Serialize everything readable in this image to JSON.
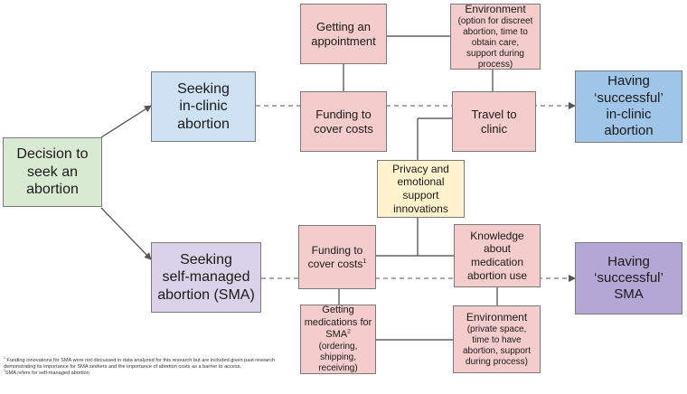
{
  "nodes": {
    "decision": {
      "text": "Decision to\nseek an\nabortion"
    },
    "seek_clinic": {
      "text": "Seeking\nin-clinic\nabortion"
    },
    "seek_sma": {
      "text": "Seeking\nself-managed\nabortion (SMA)"
    },
    "getting_appointment": {
      "text": "Getting an\nappointment"
    },
    "environment_clinic": {
      "title": "Environment",
      "detail": "(option for discreet\nabortion, time to\nobtain care,\nsupport during\nprocess)"
    },
    "funding_clinic": {
      "text": "Funding to\ncover costs"
    },
    "travel_clinic": {
      "text": "Travel to\nclinic"
    },
    "privacy": {
      "text": "Privacy and\nemotional\nsupport\ninnovations"
    },
    "funding_sma": {
      "text": "Funding to\ncover costs",
      "sup": "1"
    },
    "knowledge_sma": {
      "text": "Knowledge\nabout\nmedication\nabortion use"
    },
    "medications_sma": {
      "title_line1": "Getting",
      "title_line2": "medications for",
      "title_line3": "SMA",
      "sup": "2",
      "detail": "(ordering, shipping,\nreceiving)"
    },
    "environment_sma": {
      "title": "Environment",
      "detail": "(private space,\ntime to have\nabortion, support\nduring process)"
    },
    "success_clinic": {
      "text": "Having\n‘successful’\nin-clinic\nabortion"
    },
    "success_sma": {
      "text": "Having\n‘successful’\nSMA"
    }
  },
  "footnotes": {
    "note1_marker": "1",
    "note1": " Funding innovations for SMA were not discussed in data analyzed for this research but are included given past research demonstrating its importance for SMA seekers and the importance of abortion costs as a barrier to access.",
    "note2_marker": "2",
    "note2": "SMA refers for self-managed abortion"
  },
  "colors": {
    "decision": "#d9ead3",
    "seeking_clinic": "#cfe2f3",
    "seeking_sma": "#d9d2e9",
    "factor": "#f4cccc",
    "innovation": "#fff2cc",
    "success_clinic": "#9fc5e8",
    "success_sma": "#b4a7d6"
  }
}
